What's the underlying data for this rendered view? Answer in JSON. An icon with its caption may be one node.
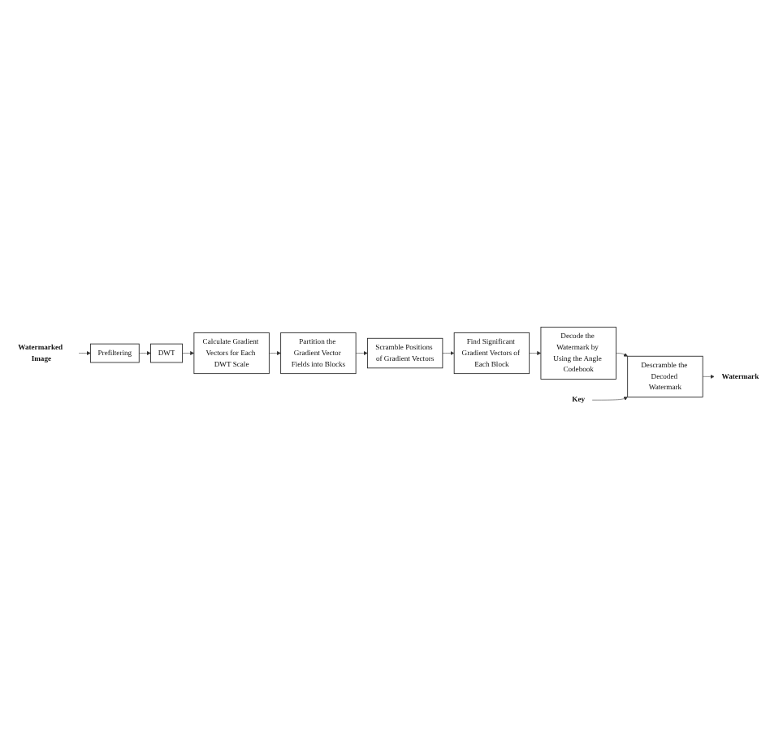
{
  "diagram": {
    "nodes": [
      {
        "text": [
          "Watermarked Image"
        ]
      },
      {
        "text": [
          "Prefiltering"
        ]
      },
      {
        "text": [
          "DWT"
        ]
      },
      {
        "text": [
          "Calculate Gradient Vectors for Each DWT Scale"
        ]
      },
      {
        "text": [
          "Partition the Gradient Vector Fields into Blocks"
        ]
      },
      {
        "text": [
          "Scramble Positions of Gradient Vectors"
        ]
      },
      {
        "text": [
          "Find Significant Gradient Vectors of Each Block"
        ]
      },
      {
        "text": [
          "Decode the Watermark by Using the Angle Codebook"
        ]
      },
      {
        "text": [
          "Descramble the Decoded Watermark"
        ]
      },
      {
        "text": [
          "Watermark"
        ]
      },
      {
        "text": [
          "Key"
        ]
      }
    ],
    "edges": [
      {
        "from": 0,
        "to": 1,
        "arrow": "to"
      },
      {
        "from": 1,
        "to": 2,
        "arrow": "to"
      },
      {
        "from": 2,
        "to": 3,
        "arrow": "to"
      },
      {
        "from": 3,
        "to": 4,
        "arrow": "to"
      },
      {
        "from": 4,
        "to": 5,
        "arrow": "to"
      },
      {
        "from": 5,
        "to": 6,
        "arrow": "to"
      },
      {
        "from": 6,
        "to": 7,
        "arrow": "to"
      },
      {
        "from": 7,
        "to": 8,
        "arrow": "to"
      },
      {
        "from": 8,
        "to": 9,
        "arrow": "to"
      },
      {
        "from": 10,
        "to": 8,
        "arrow": "to"
      }
    ]
  }
}
